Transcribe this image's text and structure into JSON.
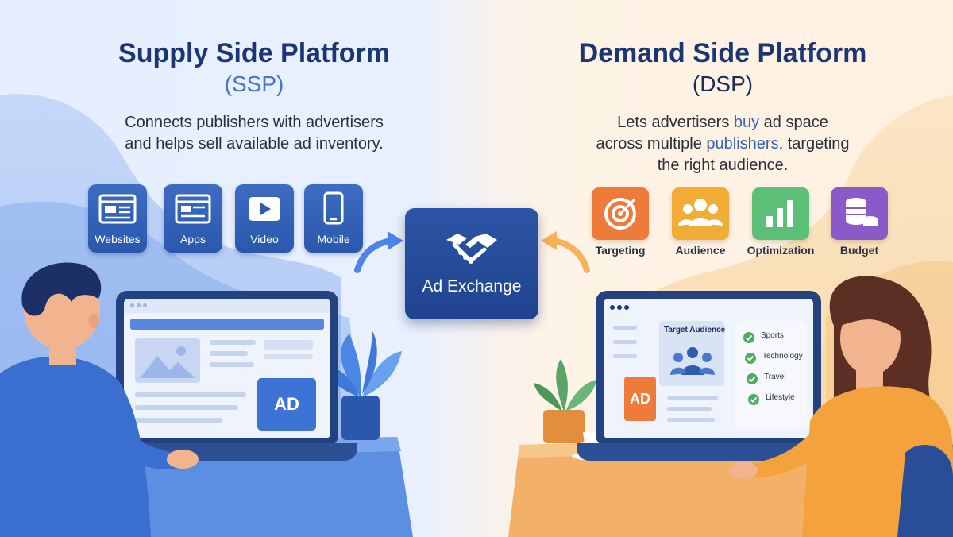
{
  "ssp": {
    "title": "Supply Side Platform",
    "abbr": "(SSP)",
    "desc_line1": "Connects publishers with advertisers",
    "desc_line2": "and helps sell available ad inventory.",
    "channels": [
      "Websites",
      "Apps",
      "Video",
      "Mobile"
    ],
    "screen_ad_label": "AD"
  },
  "dsp": {
    "title": "Demand Side Platform",
    "abbr": "(DSP)",
    "desc_line1_a": "Lets advertisers ",
    "desc_line1_b": "buy",
    "desc_line1_c": " ad space",
    "desc_line2_a": "across multiple ",
    "desc_line2_b": "publishers",
    "desc_line2_c": ", targeting",
    "desc_line3": "the right audience.",
    "features": [
      "Targeting",
      "Audience",
      "Optimization",
      "Budget"
    ],
    "screen_ad_label": "AD",
    "screen_panel_title": "Target Audience",
    "audience_items": [
      "Sports",
      "Technology",
      "Travel",
      "Lifestyle"
    ]
  },
  "exchange": {
    "label": "Ad Exchange"
  },
  "colors": {
    "ssp_blue": "#2f5cb3",
    "dsp_targeting": "#ee7b3a",
    "dsp_audience": "#f0ac35",
    "dsp_optimization": "#5cbf77",
    "dsp_budget": "#8a5bc8",
    "exchange": "#24499a"
  }
}
